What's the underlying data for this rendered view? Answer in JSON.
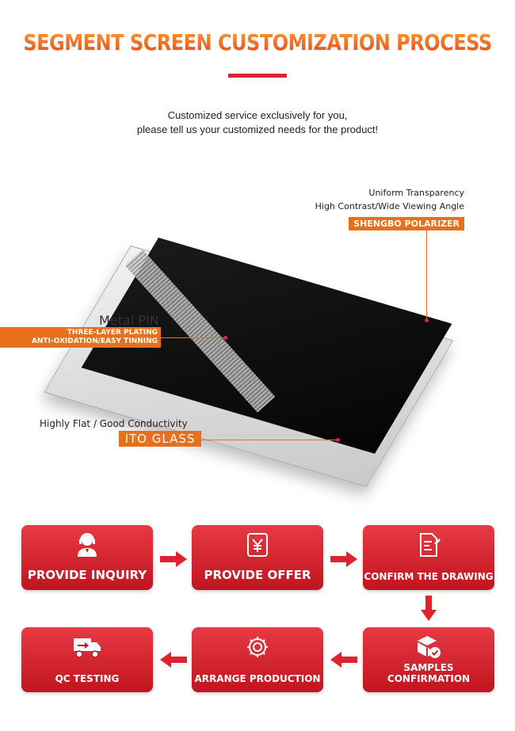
{
  "header": {
    "title": "SEGMENT SCREEN CUSTOMIZATION PROCESS",
    "subtitle_line1": "Customized service exclusively for you,",
    "subtitle_line2": "please tell us your customized needs for the product!"
  },
  "product": {
    "polarizer": {
      "line1": "Uniform Transparency",
      "line2": "High Contrast/Wide Viewing Angle",
      "tag": "SHENGBO POLARIZER"
    },
    "metal_pin": {
      "title": "Metal PIN",
      "tag_line1": "THREE-LAYER PLATING",
      "tag_line2": "ANTI-OXIDATION/EASY TINNING"
    },
    "ito_glass": {
      "line1": "Highly Flat / Good Conductivity",
      "tag": "ITO GLASS"
    }
  },
  "process": {
    "steps": [
      {
        "label": "PROVIDE INQUIRY",
        "icon": "customer-service-icon"
      },
      {
        "label": "PROVIDE OFFER",
        "icon": "yen-price-icon"
      },
      {
        "label": "CONFIRM THE DRAWING",
        "icon": "drawing-document-icon"
      },
      {
        "label": "SAMPLES CONFIRMATION",
        "icon": "box-check-icon"
      },
      {
        "label": "ARRANGE PRODUCTION",
        "icon": "gear-icon"
      },
      {
        "label": "QC TESTING",
        "icon": "delivery-truck-icon"
      }
    ],
    "colors": {
      "step": "#d8253a",
      "arrow": "#e0222e",
      "tag": "#e8701c"
    }
  }
}
